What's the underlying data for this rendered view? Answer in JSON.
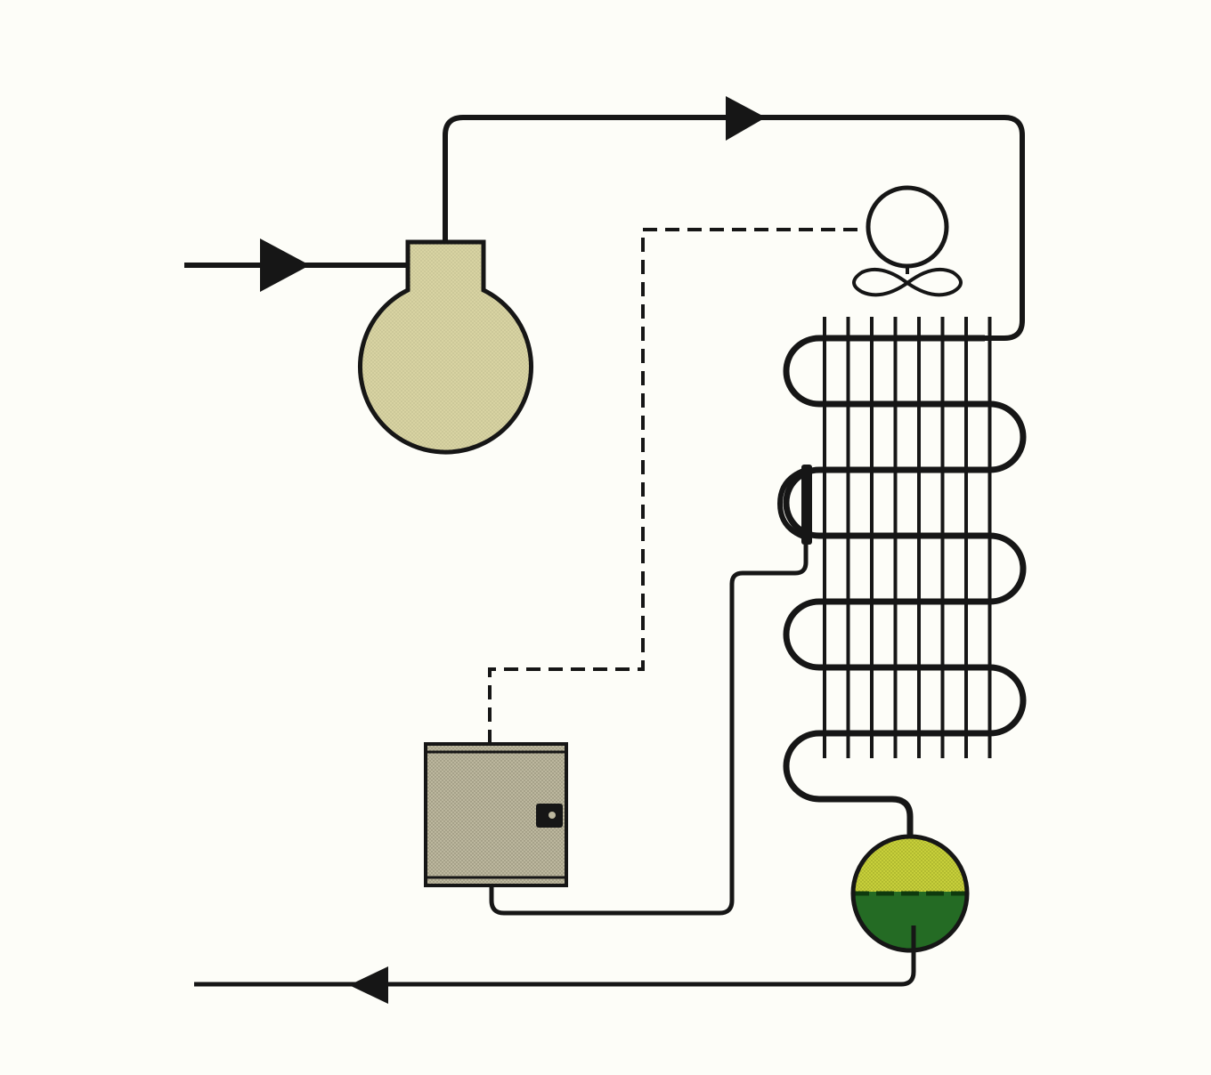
{
  "diagram": {
    "type": "refrigeration-condenser-circuit",
    "labels": [],
    "components": [
      {
        "id": "compressor",
        "icon": "round-flask-vessel"
      },
      {
        "id": "condenser-fan",
        "icon": "fan-motor-icon"
      },
      {
        "id": "condenser-coil",
        "icon": "finned-serpentine-coil"
      },
      {
        "id": "pressure-sensor",
        "icon": "bulb-sensor"
      },
      {
        "id": "control-box",
        "icon": "switch-box"
      },
      {
        "id": "liquid-receiver",
        "icon": "receiver-tank"
      }
    ],
    "flow": [
      {
        "id": "suction-inlet",
        "direction": "right"
      },
      {
        "id": "discharge-line",
        "direction": "right"
      },
      {
        "id": "liquid-outlet",
        "direction": "left"
      }
    ],
    "control_link": {
      "style": "dashed",
      "from": "control-box",
      "to": "condenser-fan"
    },
    "colors": {
      "background": "#fdfdf8",
      "line": "#161616",
      "compressor_fill": "#d8d3a2",
      "control_box_fill": "#bcb79e",
      "receiver_vapor": "#c7cf3a",
      "receiver_liquid": "#246b24"
    }
  }
}
